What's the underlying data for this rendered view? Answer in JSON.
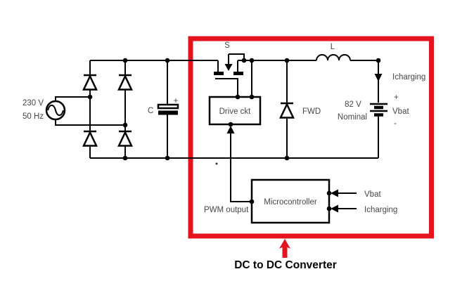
{
  "colors": {
    "wire": "#000000",
    "label": "#474747",
    "highlight_box": "#e5131e",
    "caption": "#000000",
    "background": "#ffffff"
  },
  "schematic": {
    "ac_source": {
      "voltage": "230 V",
      "frequency": "50 Hz"
    },
    "capacitor": {
      "label": "C",
      "polarity_plus": "+"
    },
    "switch": {
      "label": "S"
    },
    "drive_circuit": {
      "label": "Drive ckt"
    },
    "freewheel_diode": {
      "label": "FWD"
    },
    "inductor": {
      "label": "L"
    },
    "charging_current": {
      "label": "Icharging"
    },
    "battery": {
      "voltage": "82 V",
      "nominal": "Nominal",
      "plus": "+",
      "name": "Vbat",
      "minus": "-"
    },
    "microcontroller": {
      "label": "Microcontroller",
      "pwm_label": "PWM output",
      "input_vbat": "Vbat",
      "input_icharging": "Icharging"
    },
    "caption": "DC to DC Converter"
  }
}
